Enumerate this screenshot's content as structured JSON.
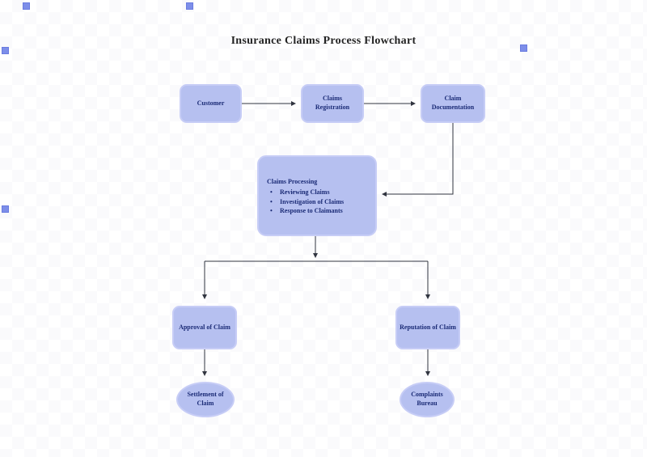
{
  "page": {
    "title": "Insurance Claims Process Flowchart"
  },
  "colors": {
    "node_fill": "#b6c0f0",
    "node_border": "#c7cdf6",
    "node_text": "#1b2b76",
    "connector": "#30343f",
    "handle": "#7d8ee9",
    "background": "#ffffff"
  },
  "icons": {
    "bullet": "•"
  },
  "nodes": {
    "customer": {
      "label": "Customer"
    },
    "claims_registration": {
      "label": "Claims Registration"
    },
    "claim_documentation": {
      "label": "Claim Documentation"
    },
    "claims_processing": {
      "title": "Claims Processing",
      "bullets": [
        "Reviewing Claims",
        "Investigation of Claims",
        "Response to Claimants"
      ]
    },
    "approval_of_claim": {
      "label": "Approval of Claim"
    },
    "reputation_of_claim": {
      "label": "Reputation of Claim"
    },
    "settlement_of_claim": {
      "label": "Settlement of Claim"
    },
    "complaints_bureau": {
      "label": "Complaints Bureau"
    }
  }
}
